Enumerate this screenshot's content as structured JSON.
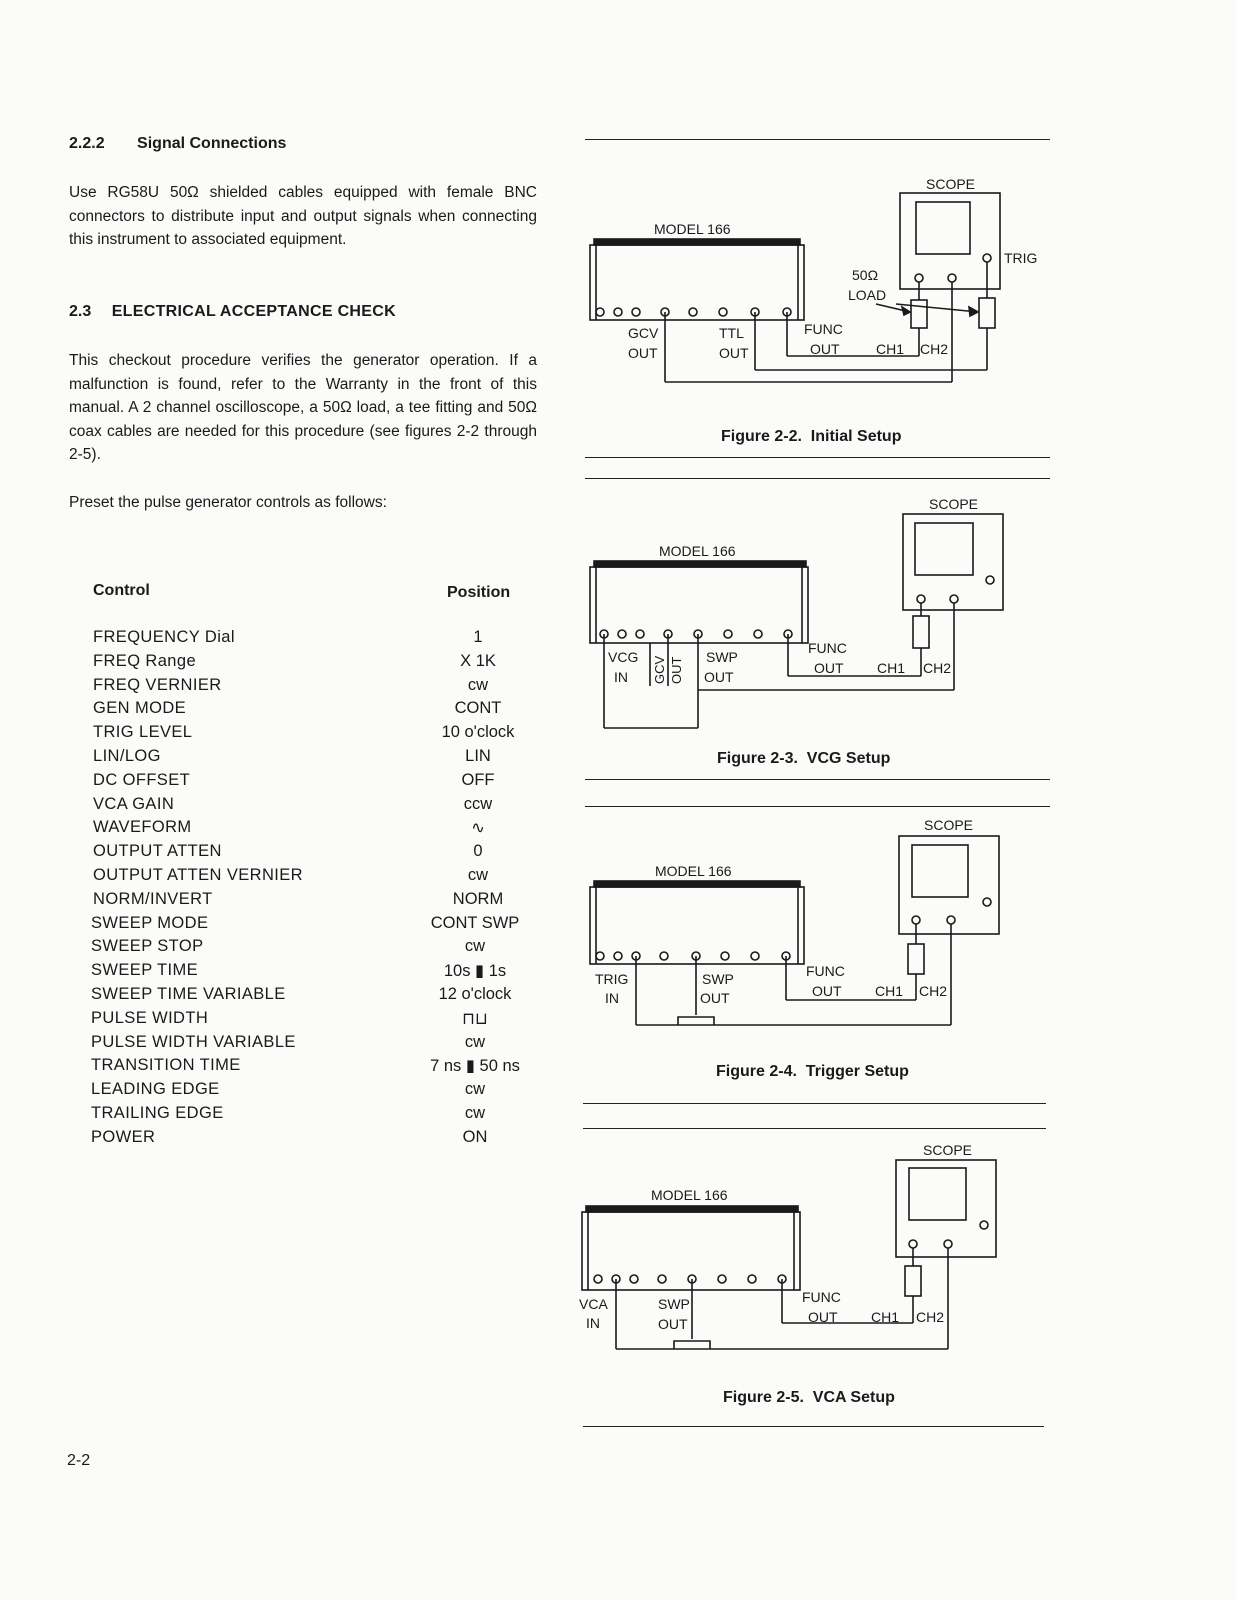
{
  "section_222": {
    "heading_num": "2.2.2",
    "heading_title": "Signal Connections",
    "paragraph": "Use RG58U 50Ω shielded cables equipped with female BNC connectors to distribute input and output signals when connecting this instrument to associated equipment."
  },
  "section_23": {
    "heading_num": "2.3",
    "heading_title": "ELECTRICAL ACCEPTANCE CHECK",
    "paragraph": "This checkout procedure verifies the generator operation. If a malfunction is found, refer to the Warranty in the front of this manual. A 2 channel oscilloscope, a 50Ω load, a tee fitting and 50Ω coax cables are needed for this procedure (see figures 2-2 through 2-5).",
    "preset": "Preset the pulse generator controls as follows:"
  },
  "table": {
    "col_control": "Control",
    "col_position": "Position",
    "rows": [
      {
        "control": "FREQUENCY Dial",
        "position": "1"
      },
      {
        "control": "FREQ Range",
        "position": "X 1K"
      },
      {
        "control": "FREQ VERNIER",
        "position": "cw"
      },
      {
        "control": "GEN MODE",
        "position": "CONT"
      },
      {
        "control": "TRIG LEVEL",
        "position": "10 o'clock"
      },
      {
        "control": "LIN/LOG",
        "position": "LIN"
      },
      {
        "control": "DC OFFSET",
        "position": "OFF"
      },
      {
        "control": "VCA GAIN",
        "position": "ccw"
      },
      {
        "control": "WAVEFORM",
        "position": "∿"
      },
      {
        "control": "OUTPUT ATTEN",
        "position": "0"
      },
      {
        "control": "OUTPUT ATTEN VERNIER",
        "position": "cw"
      },
      {
        "control": "NORM/INVERT",
        "position": "NORM"
      },
      {
        "control": "SWEEP MODE",
        "position": "CONT SWP"
      },
      {
        "control": "SWEEP STOP",
        "position": "cw"
      },
      {
        "control": "SWEEP TIME",
        "position": "10s ▮ 1s"
      },
      {
        "control": "SWEEP TIME VARIABLE",
        "position": "12 o'clock"
      },
      {
        "control": "PULSE WIDTH",
        "position": "⊓⊔"
      },
      {
        "control": "PULSE WIDTH VARIABLE",
        "position": "cw"
      },
      {
        "control": "TRANSITION TIME",
        "position": "7 ns ▮ 50 ns"
      },
      {
        "control": "LEADING EDGE",
        "position": "cw"
      },
      {
        "control": "TRAILING EDGE",
        "position": "cw"
      },
      {
        "control": "POWER",
        "position": "ON"
      }
    ]
  },
  "fig22": {
    "scope": "SCOPE",
    "model": "MODEL 166",
    "trig": "TRIG",
    "load1": "50Ω",
    "load2": "LOAD",
    "gcv1": "GCV",
    "gcv2": "OUT",
    "ttl1": "TTL",
    "ttl2": "OUT",
    "func1": "FUNC",
    "func2": "OUT",
    "ch1": "CH1",
    "ch2": "CH2",
    "caption": "Figure 2-2.  Initial Setup"
  },
  "fig23": {
    "scope": "SCOPE",
    "model": "MODEL 166",
    "vcg1": "VCG",
    "vcg2": "IN",
    "gcv": "GCV",
    "out": "OUT",
    "swp1": "SWP",
    "swp2": "OUT",
    "func1": "FUNC",
    "func2": "OUT",
    "ch1": "CH1",
    "ch2": "CH2",
    "caption": "Figure 2-3.  VCG Setup"
  },
  "fig24": {
    "scope": "SCOPE",
    "model": "MODEL 166",
    "trig1": "TRIG",
    "trig2": "IN",
    "swp1": "SWP",
    "swp2": "OUT",
    "func1": "FUNC",
    "func2": "OUT",
    "ch1": "CH1",
    "ch2": "CH2",
    "caption": "Figure 2-4.  Trigger Setup"
  },
  "fig25": {
    "scope": "SCOPE",
    "model": "MODEL 166",
    "vca1": "VCA",
    "vca2": "IN",
    "swp1": "SWP",
    "swp2": "OUT",
    "func1": "FUNC",
    "func2": "OUT",
    "ch1": "CH1",
    "ch2": "CH2",
    "caption": "Figure 2-5.  VCA Setup"
  },
  "page_number": "2-2"
}
